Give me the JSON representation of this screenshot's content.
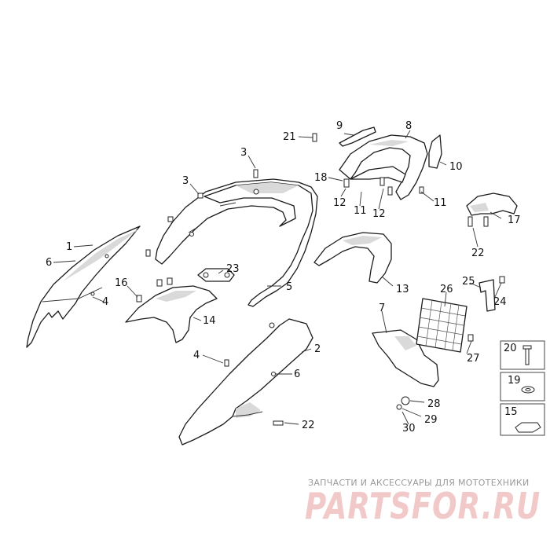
{
  "callouts": {
    "c1": "1",
    "c2": "2",
    "c3a": "3",
    "c3b": "3",
    "c4a": "4",
    "c4b": "4",
    "c5": "5",
    "c6a": "6",
    "c6b": "6",
    "c7": "7",
    "c8": "8",
    "c9": "9",
    "c10": "10",
    "c11a": "11",
    "c11b": "11",
    "c12a": "12",
    "c12b": "12",
    "c13": "13",
    "c14": "14",
    "c15": "15",
    "c16": "16",
    "c17": "17",
    "c18": "18",
    "c19": "19",
    "c20": "20",
    "c21": "21",
    "c22a": "22",
    "c22b": "22",
    "c23": "23",
    "c24": "24",
    "c25": "25",
    "c26": "26",
    "c27": "27",
    "c28": "28",
    "c29": "29",
    "c30": "30"
  },
  "watermark": {
    "tagline": "ЗАПЧАСТИ И АКСЕССУАРЫ ДЛЯ МОТОТЕХНИКИ",
    "brand": "PARTSFOR.RU"
  }
}
